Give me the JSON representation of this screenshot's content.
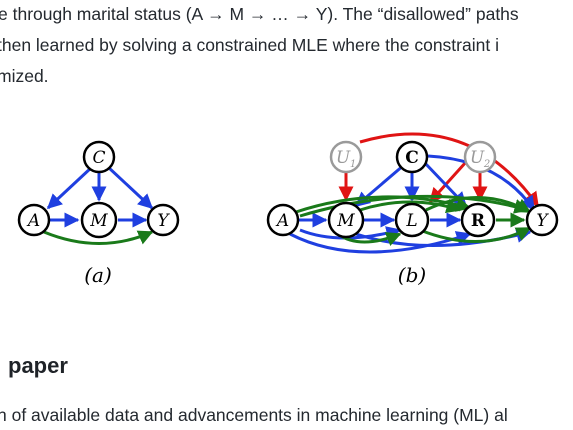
{
  "paragraph": {
    "line1": "e through marital status (A → M → … → Y). The “disallowed” paths",
    "line2": "then learned by solving a constrained MLE where the constraint i",
    "line3": "mized."
  },
  "figure": {
    "panel_a": {
      "caption": "(a)",
      "nodes": {
        "C": "C",
        "A": "A",
        "M": "M",
        "Y": "Y"
      }
    },
    "panel_b": {
      "caption": "(b)",
      "nodes": {
        "U1": "U",
        "U1_sub": "1",
        "C": "C",
        "U2": "U",
        "U2_sub": "2",
        "A": "A",
        "M": "M",
        "L": "L",
        "R": "R",
        "Y": "Y"
      }
    },
    "colors": {
      "blue": "#1f3fe0",
      "green": "#1a7a1a",
      "red": "#e01414",
      "gray": "#9a9a9a"
    }
  },
  "section": {
    "heading": "paper"
  },
  "paragraph2": {
    "line1": "n of available data and advancements in machine learning (ML) al"
  }
}
